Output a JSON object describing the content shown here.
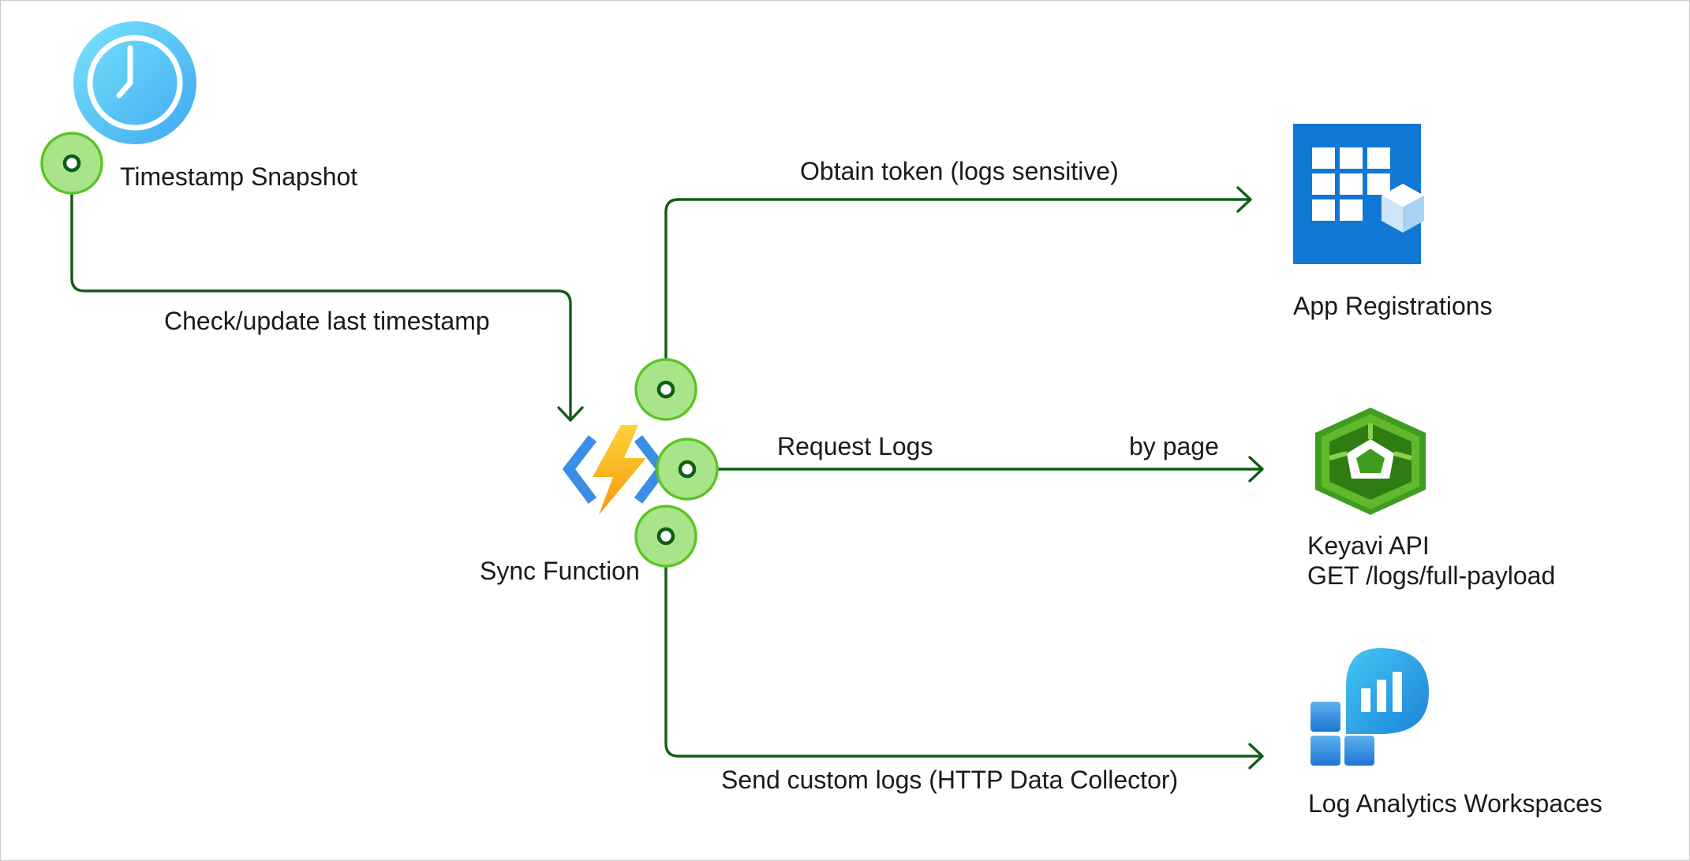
{
  "nodes": {
    "timestamp_snapshot": {
      "label": "Timestamp Snapshot",
      "icon": "clock-icon"
    },
    "sync_function": {
      "label": "Sync Function",
      "icon": "function-app-icon"
    },
    "app_registrations": {
      "label": "App Registrations",
      "icon": "app-registrations-icon"
    },
    "keyavi_api": {
      "label_line1": "Keyavi API",
      "label_line2": "GET /logs/full-payload",
      "icon": "api-hexagon-icon"
    },
    "log_analytics": {
      "label": "Log Analytics Workspaces",
      "icon": "log-analytics-icon"
    }
  },
  "edges": {
    "check_timestamp": {
      "label": "Check/update last timestamp"
    },
    "obtain_token": {
      "label": "Obtain token (logs sensitive)"
    },
    "request_logs": {
      "label": "Request Logs",
      "sublabel": "by page"
    },
    "send_logs": {
      "label": "Send custom logs (HTTP Data Collector)"
    }
  },
  "colors": {
    "connector": "#0e5e16",
    "dot_fill": "#a9e48b",
    "dot_stroke": "#59c423",
    "azure_blue": "#0f78d4"
  }
}
